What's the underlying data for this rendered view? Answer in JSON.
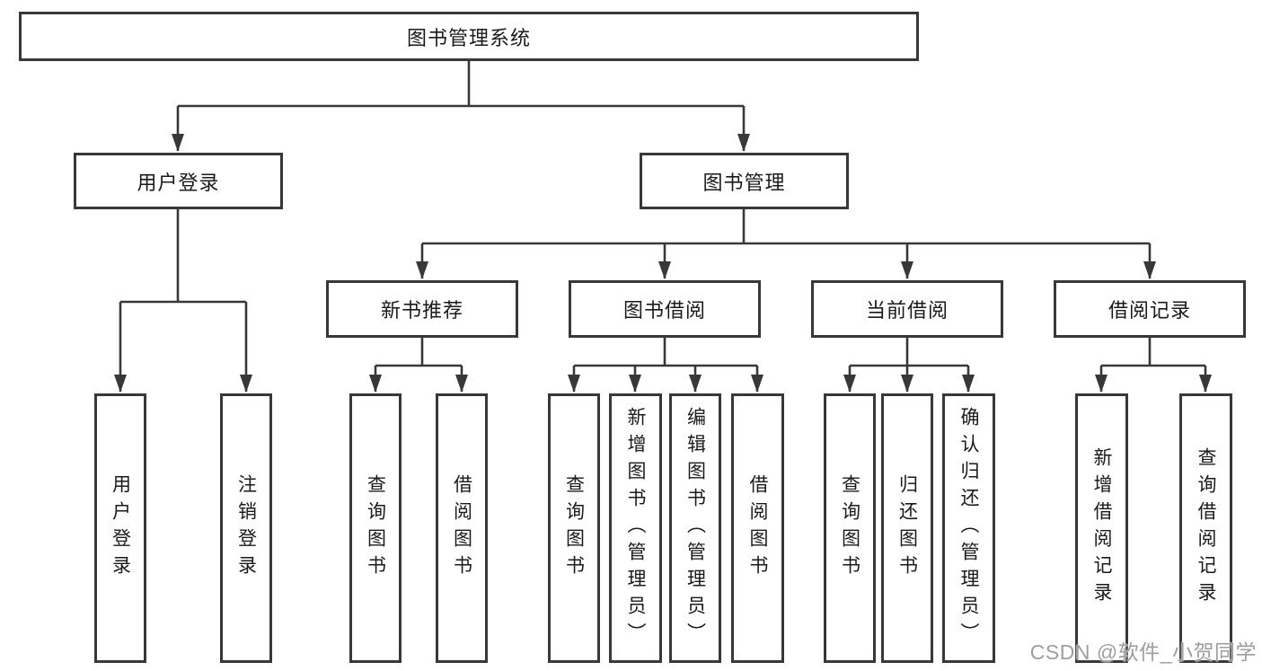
{
  "colors": {
    "line": "#383838",
    "border": "#383838",
    "text": "#1a1a1a",
    "watermark": "#9e9e9e",
    "background": "#ffffff"
  },
  "watermark": {
    "text": "CSDN @软件_小贺同学"
  },
  "tree": {
    "root": {
      "label": "图书管理系统"
    },
    "branches": [
      {
        "label": "用户登录",
        "children": [
          {
            "label": "用户登录"
          },
          {
            "label": "注销登录"
          }
        ]
      },
      {
        "label": "图书管理",
        "children": [
          {
            "label": "新书推荐",
            "children": [
              {
                "label": "查询图书"
              },
              {
                "label": "借阅图书"
              }
            ]
          },
          {
            "label": "图书借阅",
            "children": [
              {
                "label": "查询图书"
              },
              {
                "label": "新增图书（管理员）"
              },
              {
                "label": "编辑图书（管理员）"
              },
              {
                "label": "借阅图书"
              }
            ]
          },
          {
            "label": "当前借阅",
            "children": [
              {
                "label": "查询图书"
              },
              {
                "label": "归还图书"
              },
              {
                "label": "确认归还（管理员）"
              }
            ]
          },
          {
            "label": "借阅记录",
            "children": [
              {
                "label": "新增借阅记录"
              },
              {
                "label": "查询借阅记录"
              }
            ]
          }
        ]
      }
    ]
  }
}
